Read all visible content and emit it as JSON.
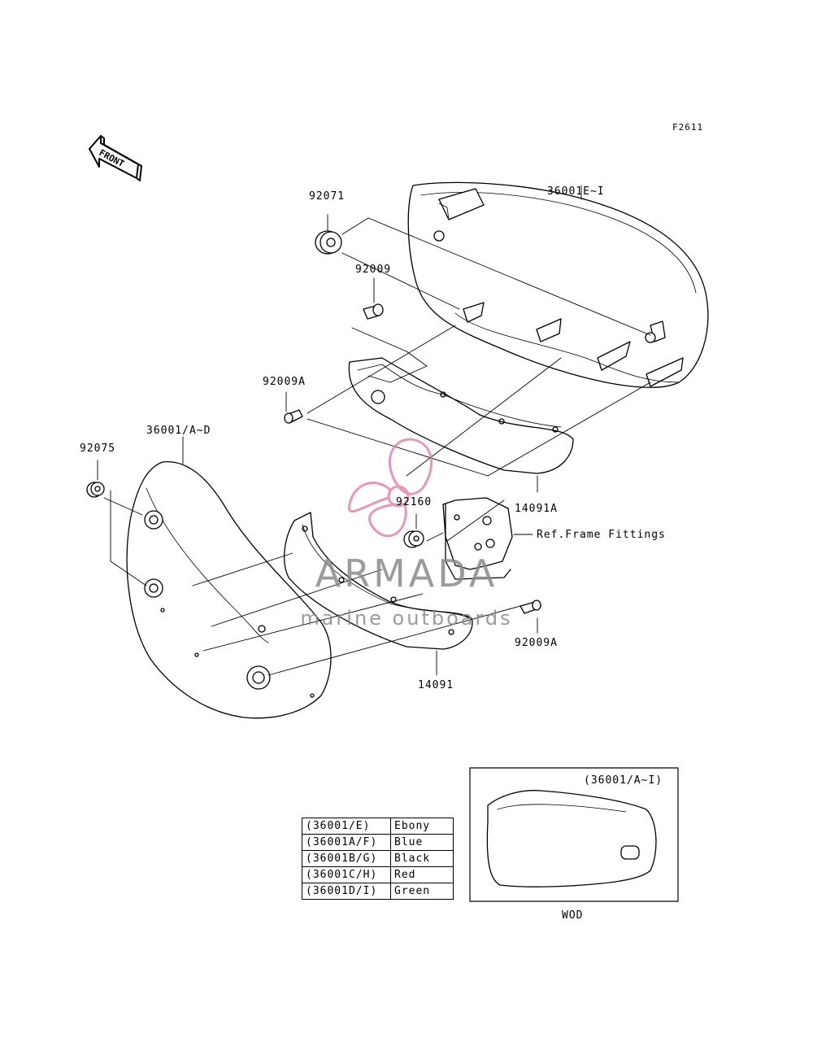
{
  "diagram_code": "F2611",
  "front_marker": "FRONT",
  "labels": {
    "p92071": "92071",
    "p36001_e_i": "36001E~I",
    "p92009": "92009",
    "p92009a_top": "92009A",
    "p36001_a_d": "36001/A~D",
    "p92075": "92075",
    "p92160": "92160",
    "p14091a": "14091A",
    "ref_frame": "Ref.Frame Fittings",
    "p92009a_bottom": "92009A",
    "p14091": "14091"
  },
  "inset": {
    "title": "(36001/A~I)",
    "caption": "WOD"
  },
  "color_table": [
    {
      "code": "(36001/E)",
      "color": "Ebony"
    },
    {
      "code": "(36001A/F)",
      "color": "Blue"
    },
    {
      "code": "(36001B/G)",
      "color": "Black"
    },
    {
      "code": "(36001C/H)",
      "color": "Red"
    },
    {
      "code": "(36001D/I)",
      "color": "Green"
    }
  ],
  "watermark": {
    "brand": "ARMADA",
    "tagline": "marine outboards",
    "brand_color": "#e07fa5"
  }
}
